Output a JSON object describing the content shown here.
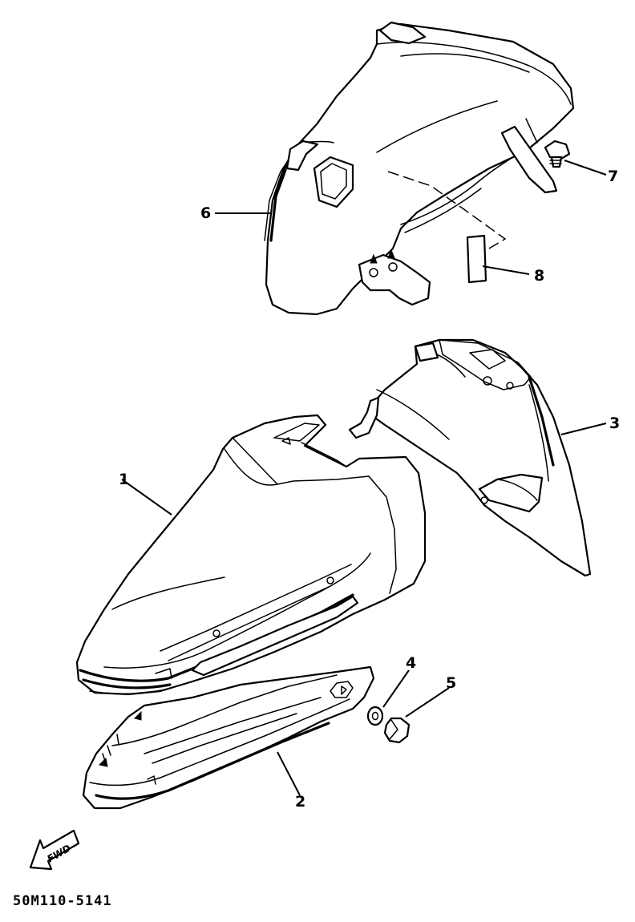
{
  "callouts": {
    "c1": "1",
    "c2": "2",
    "c3": "3",
    "c4": "4",
    "c5": "5",
    "c6": "6",
    "c7": "7",
    "c8": "8"
  },
  "fwd_label": "FWD",
  "part_code": "50M110-5141"
}
